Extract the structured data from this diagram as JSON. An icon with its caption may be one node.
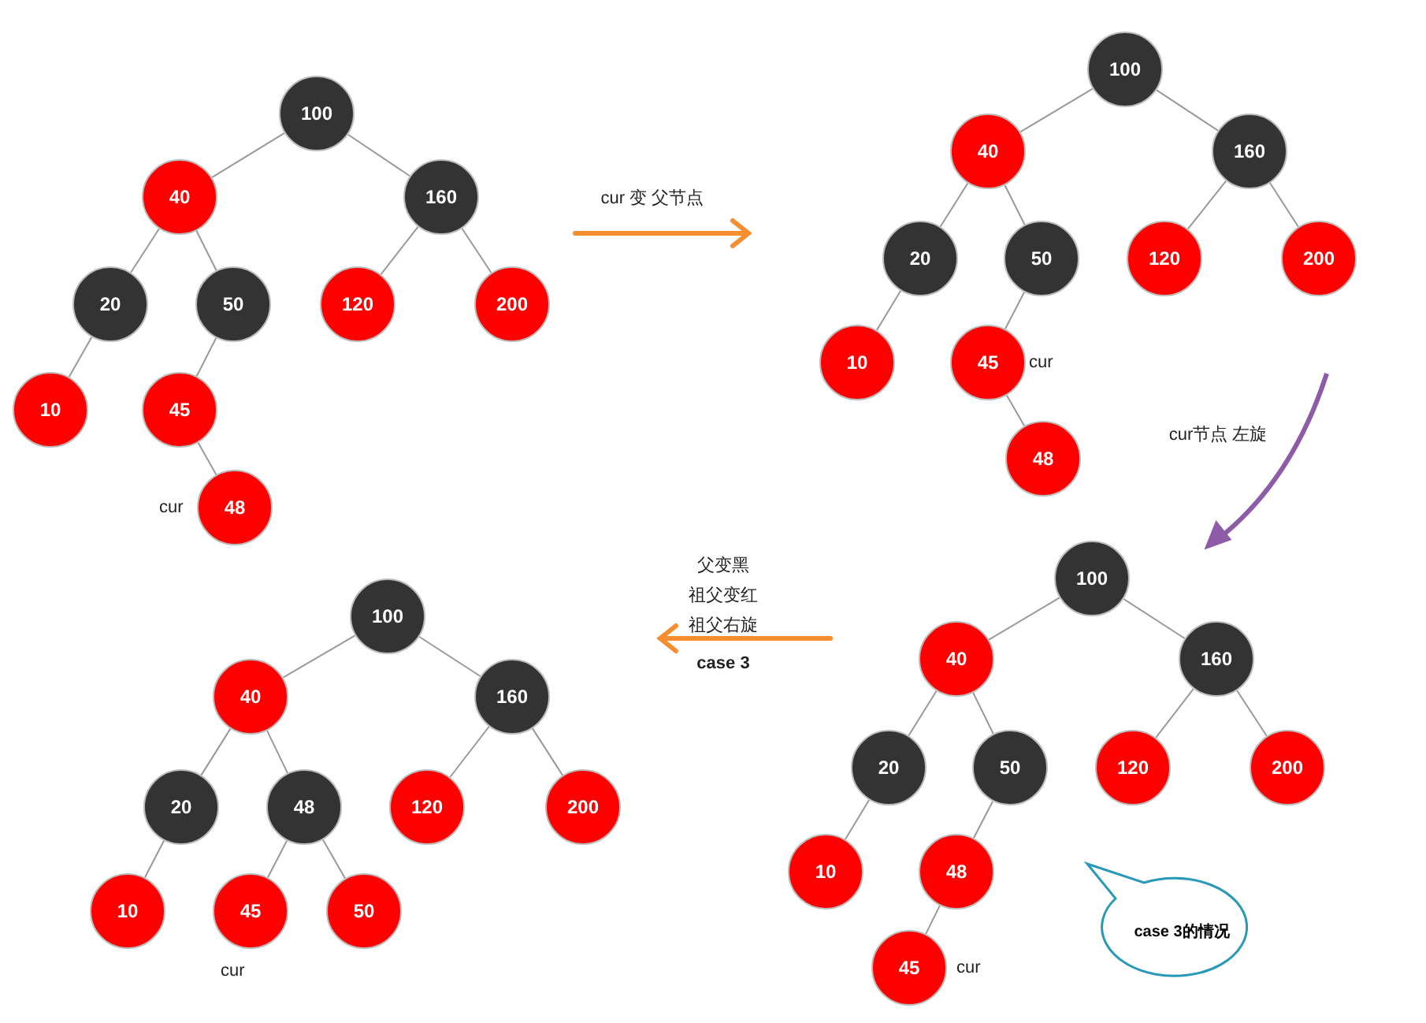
{
  "diagram": {
    "nodes": [
      {
        "text": [
          "100"
        ]
      },
      {
        "text": [
          "40"
        ]
      },
      {
        "text": [
          "160"
        ]
      },
      {
        "text": [
          "20"
        ]
      },
      {
        "text": [
          "50"
        ]
      },
      {
        "text": [
          "120"
        ]
      },
      {
        "text": [
          "200"
        ]
      },
      {
        "text": [
          "10"
        ]
      },
      {
        "text": [
          "45"
        ]
      },
      {
        "text": [
          "48"
        ],
        "beside": [
          "cur"
        ]
      },
      {
        "text": [
          "100"
        ]
      },
      {
        "text": [
          "40"
        ]
      },
      {
        "text": [
          "160"
        ]
      },
      {
        "text": [
          "20"
        ]
      },
      {
        "text": [
          "50"
        ]
      },
      {
        "text": [
          "120"
        ]
      },
      {
        "text": [
          "200"
        ]
      },
      {
        "text": [
          "10"
        ]
      },
      {
        "text": [
          "45"
        ],
        "beside": [
          "cur"
        ]
      },
      {
        "text": [
          "48"
        ]
      },
      {
        "text": [
          "100"
        ]
      },
      {
        "text": [
          "40"
        ]
      },
      {
        "text": [
          "160"
        ]
      },
      {
        "text": [
          "20"
        ]
      },
      {
        "text": [
          "50"
        ]
      },
      {
        "text": [
          "120"
        ]
      },
      {
        "text": [
          "200"
        ]
      },
      {
        "text": [
          "10"
        ]
      },
      {
        "text": [
          "48"
        ]
      },
      {
        "text": [
          "45"
        ],
        "beside": [
          "cur"
        ]
      },
      {
        "text": [
          "100"
        ]
      },
      {
        "text": [
          "40"
        ]
      },
      {
        "text": [
          "160"
        ]
      },
      {
        "text": [
          "20"
        ]
      },
      {
        "text": [
          "48"
        ]
      },
      {
        "text": [
          "120"
        ]
      },
      {
        "text": [
          "200"
        ]
      },
      {
        "text": [
          "10"
        ]
      },
      {
        "text": [
          "45"
        ],
        "beside": [
          "cur"
        ]
      },
      {
        "text": [
          "50"
        ]
      },
      {
        "text": [
          "case 3的情况"
        ]
      }
    ],
    "edges": [
      {
        "from": 0,
        "to": 1,
        "arrow": "none"
      },
      {
        "from": 0,
        "to": 2,
        "arrow": "none"
      },
      {
        "from": 1,
        "to": 3,
        "arrow": "none"
      },
      {
        "from": 1,
        "to": 4,
        "arrow": "none"
      },
      {
        "from": 2,
        "to": 5,
        "arrow": "none"
      },
      {
        "from": 2,
        "to": 6,
        "arrow": "none"
      },
      {
        "from": 3,
        "to": 7,
        "arrow": "none"
      },
      {
        "from": 4,
        "to": 8,
        "arrow": "none"
      },
      {
        "from": 8,
        "to": 9,
        "arrow": "none"
      },
      {
        "from": 10,
        "to": 11,
        "arrow": "none"
      },
      {
        "from": 10,
        "to": 12,
        "arrow": "none"
      },
      {
        "from": 11,
        "to": 13,
        "arrow": "none"
      },
      {
        "from": 11,
        "to": 14,
        "arrow": "none"
      },
      {
        "from": 12,
        "to": 15,
        "arrow": "none"
      },
      {
        "from": 12,
        "to": 16,
        "arrow": "none"
      },
      {
        "from": 13,
        "to": 17,
        "arrow": "none"
      },
      {
        "from": 14,
        "to": 18,
        "arrow": "none"
      },
      {
        "from": 18,
        "to": 19,
        "arrow": "none"
      },
      {
        "from": 20,
        "to": 21,
        "arrow": "none"
      },
      {
        "from": 20,
        "to": 22,
        "arrow": "none"
      },
      {
        "from": 21,
        "to": 23,
        "arrow": "none"
      },
      {
        "from": 21,
        "to": 24,
        "arrow": "none"
      },
      {
        "from": 22,
        "to": 25,
        "arrow": "none"
      },
      {
        "from": 22,
        "to": 26,
        "arrow": "none"
      },
      {
        "from": 23,
        "to": 27,
        "arrow": "none"
      },
      {
        "from": 24,
        "to": 28,
        "arrow": "none"
      },
      {
        "from": 28,
        "to": 29,
        "arrow": "none"
      },
      {
        "from": 30,
        "to": 31,
        "arrow": "none"
      },
      {
        "from": 30,
        "to": 32,
        "arrow": "none"
      },
      {
        "from": 31,
        "to": 33,
        "arrow": "none"
      },
      {
        "from": 31,
        "to": 34,
        "arrow": "none"
      },
      {
        "from": 32,
        "to": 35,
        "arrow": "none"
      },
      {
        "from": 32,
        "to": 36,
        "arrow": "none"
      },
      {
        "from": 33,
        "to": 37,
        "arrow": "none"
      },
      {
        "from": 34,
        "to": 38,
        "arrow": "none"
      },
      {
        "from": 34,
        "to": 39,
        "arrow": "none"
      }
    ],
    "labels": [
      "cur 变 父节点",
      "cur节点 左旋",
      "父变黑",
      "祖父变红",
      "祖父右旋",
      "case 3"
    ]
  }
}
